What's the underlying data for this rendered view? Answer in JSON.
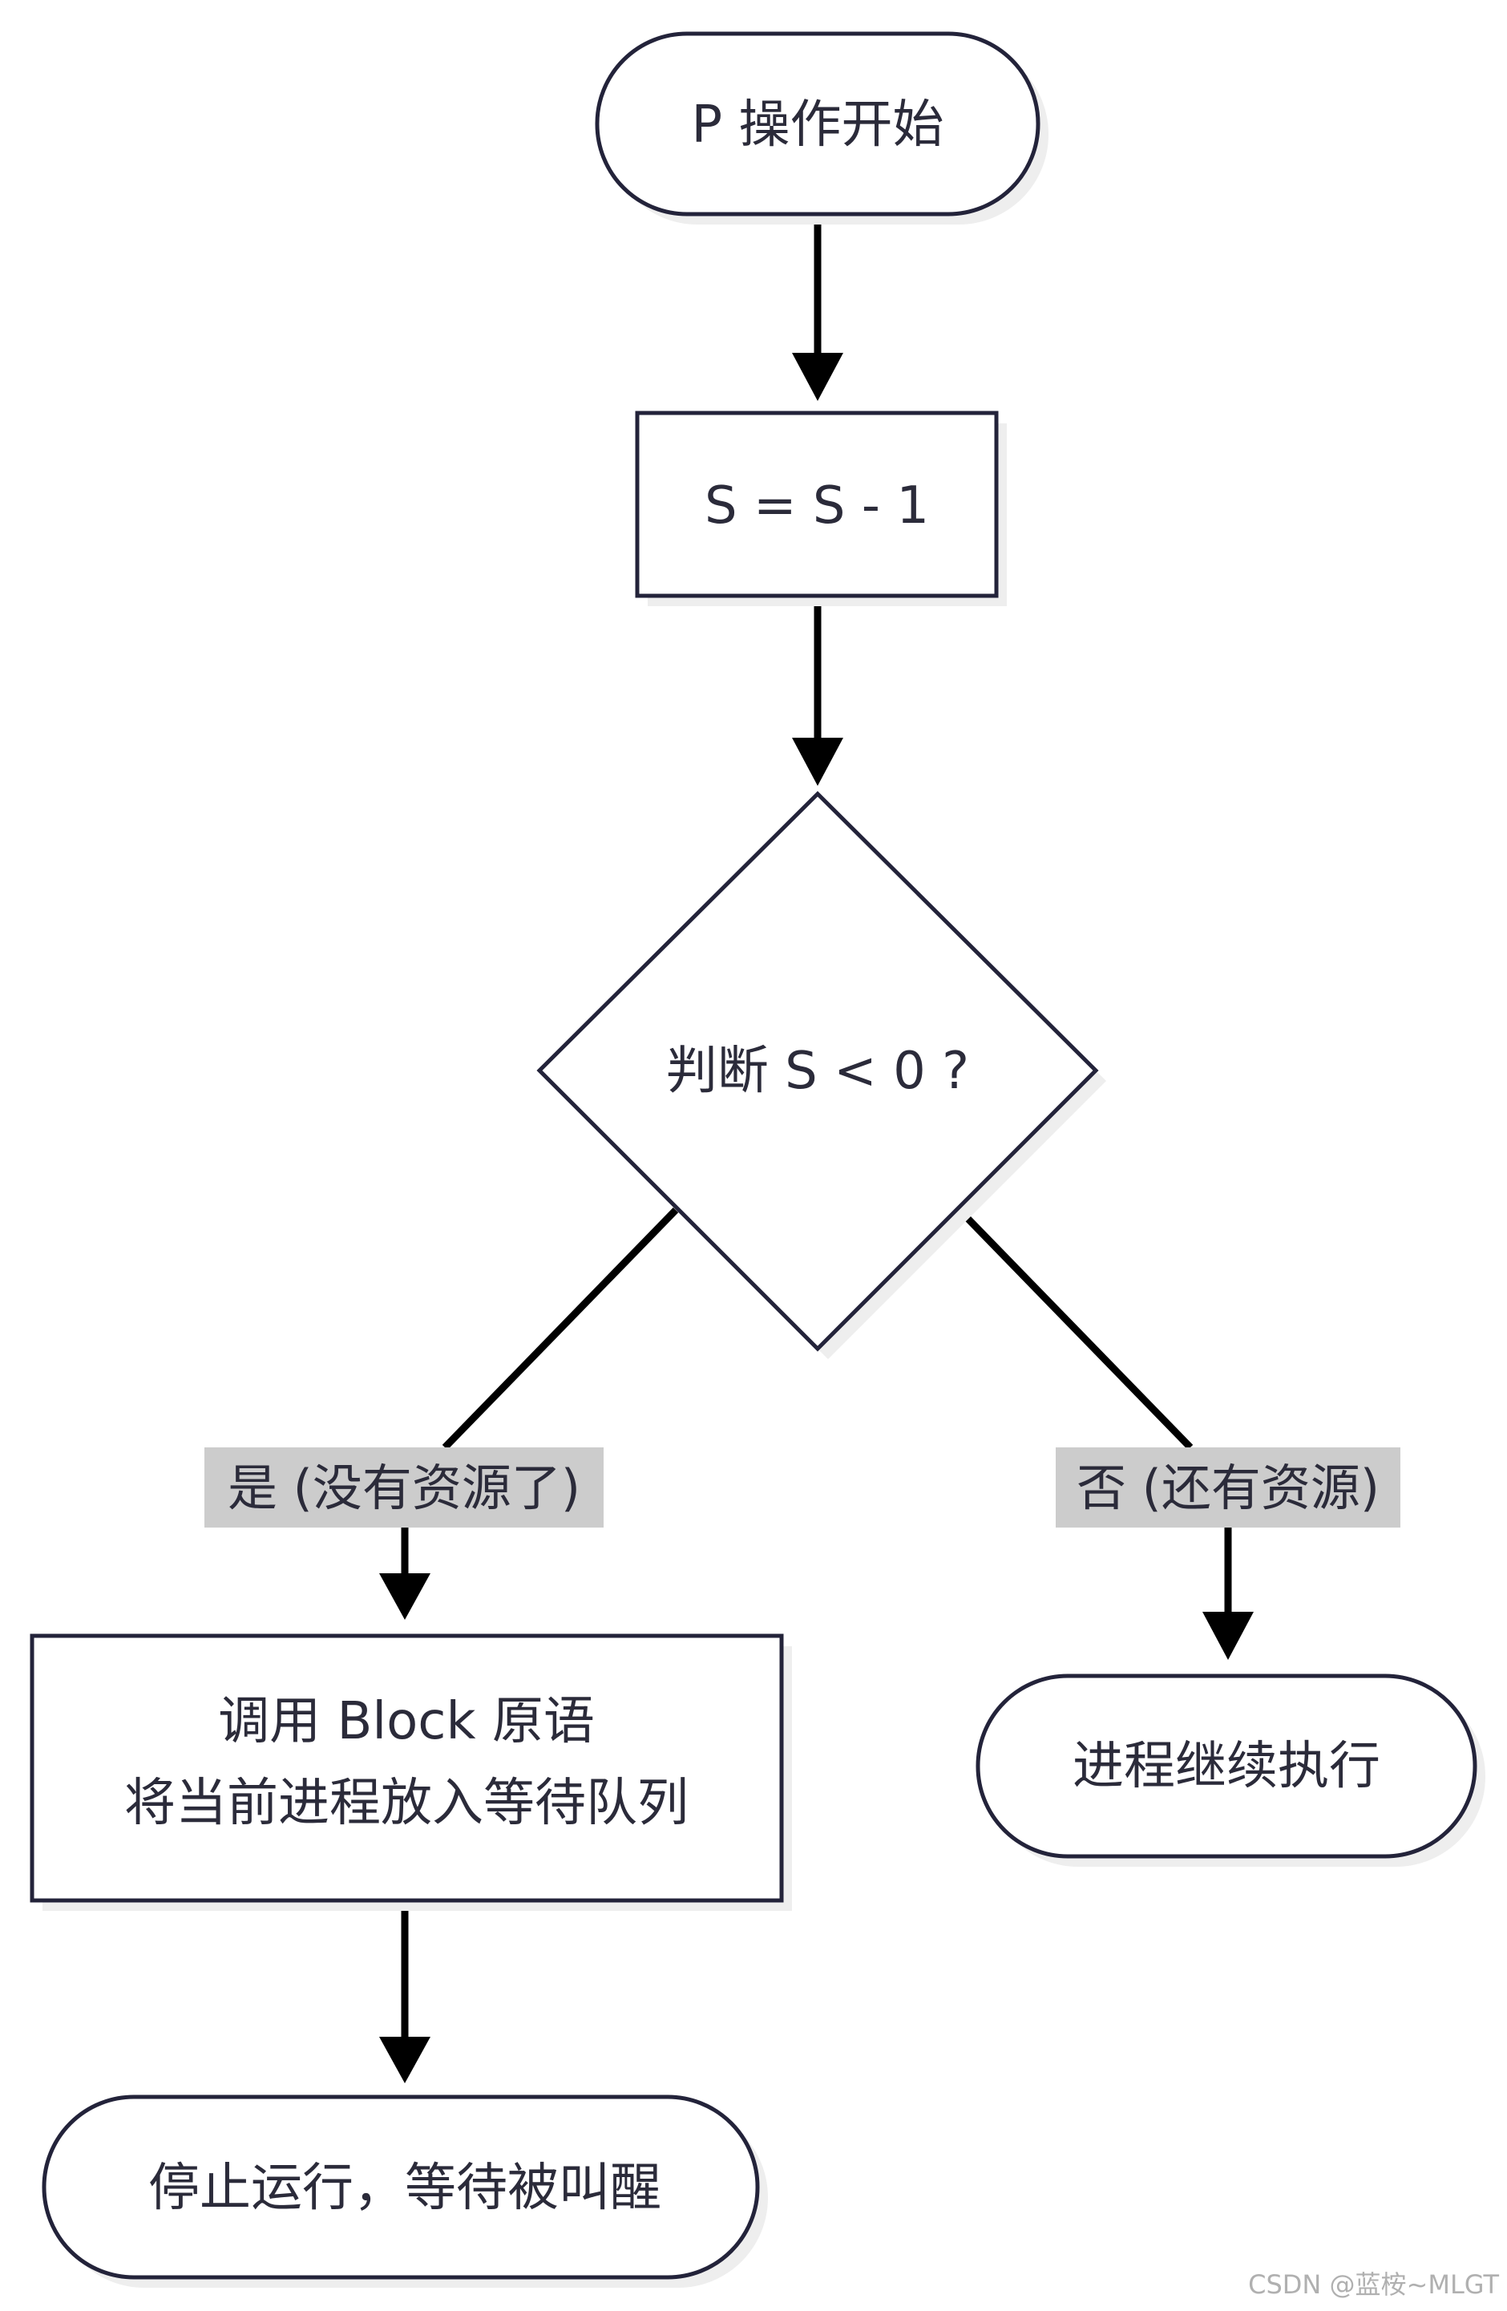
{
  "nodes": {
    "start": {
      "label": "P 操作开始"
    },
    "decrement": {
      "label": "S = S - 1"
    },
    "decision": {
      "label": "判断 S < 0 ?"
    },
    "block": {
      "line1": "调用 Block 原语",
      "line2": "将当前进程放入等待队列"
    },
    "stop": {
      "label": "停止运行，等待被叫醒"
    },
    "continue": {
      "label": "进程继续执行"
    }
  },
  "edges": {
    "yes": {
      "label": "是 (没有资源了)"
    },
    "no": {
      "label": "否 (还有资源)"
    }
  },
  "watermark": "CSDN @蓝桉~MLGT",
  "colors": {
    "node_stroke": "#23233a",
    "edge": "#000000",
    "label_bg": "#cccccc",
    "text": "#2b2b3a"
  }
}
